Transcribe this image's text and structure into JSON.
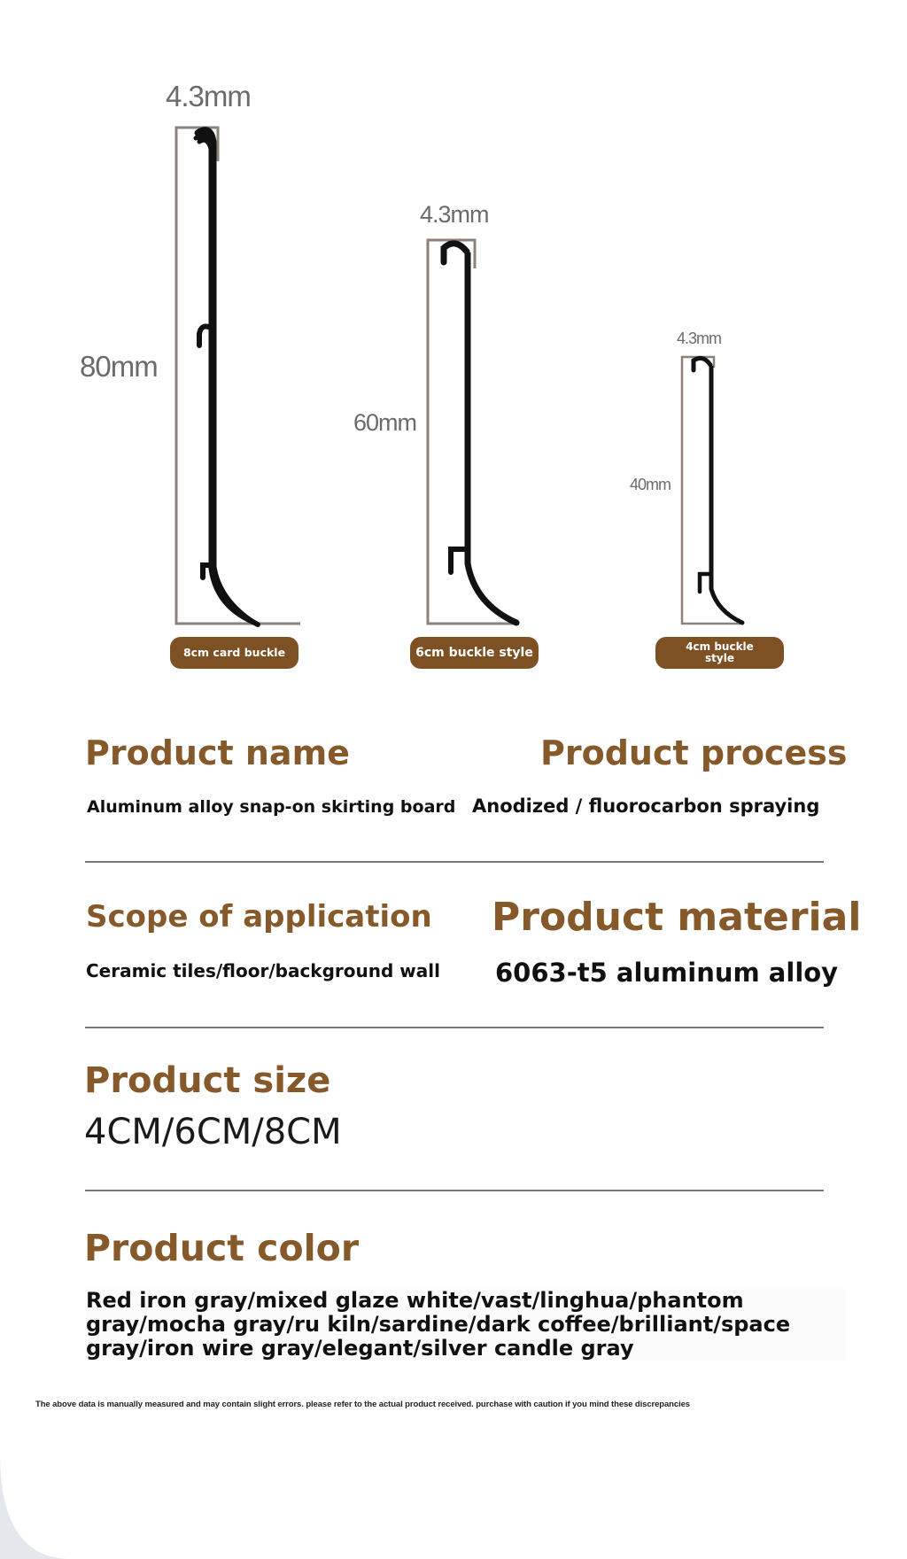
{
  "profiles": [
    {
      "width_label": "4.3mm",
      "height_label": "80mm",
      "style_label": "8cm card buckle"
    },
    {
      "width_label": "4.3mm",
      "height_label": "60mm",
      "style_label": "6cm buckle style"
    },
    {
      "width_label": "4.3mm",
      "height_label": "40mm",
      "style_label": "4cm buckle style"
    }
  ],
  "specs": {
    "product_name": {
      "heading": "Product name",
      "value": "Aluminum alloy snap-on skirting board"
    },
    "product_process": {
      "heading": "Product process",
      "value": "Anodized / fluorocarbon spraying"
    },
    "scope": {
      "heading": "Scope of application",
      "value": "Ceramic tiles/floor/background wall"
    },
    "material": {
      "heading": "Product material",
      "value": "6063-t5 aluminum alloy"
    },
    "size": {
      "heading": "Product size",
      "value": "4CM/6CM/8CM"
    },
    "color": {
      "heading": "Product color",
      "value": "Red iron gray/mixed glaze white/vast/linghua/phantom gray/mocha gray/ru kiln/sardine/dark coffee/brilliant/space gray/iron wire gray/elegant/silver candle gray"
    }
  },
  "disclaimer": "The above data is manually measured and may contain slight errors. please refer to the actual product received. purchase with caution if you mind these discrepancies",
  "colors": {
    "accent_brown": "#86592b",
    "pill_brown": "#7d5124",
    "outline_gray": "#8c8278",
    "profile_black": "#111111"
  }
}
